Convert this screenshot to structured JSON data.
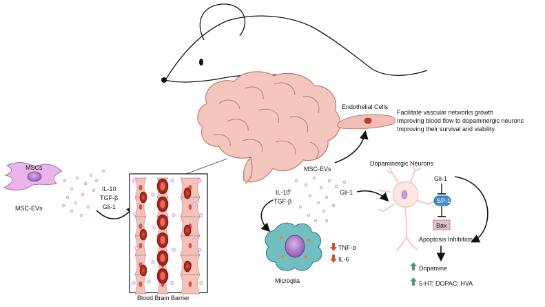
{
  "labels": {
    "mscs": "MSCs",
    "msc_evs_left": "MSC-EVs",
    "factors_left": [
      "IL-10",
      "TGF-β",
      "Gli-1"
    ],
    "bbb": "Blood Brain Barrier",
    "endothelial": "Endothelial Cells",
    "endothelial_effects": [
      "Facilitate vascular networks growth",
      "Improving blood flow to dopaminergic neurons",
      "Improving their survival and viability."
    ],
    "msc_evs_center": "MSC-EVs",
    "factors_center": [
      "IL-10",
      "TGF-β"
    ],
    "gli1_center": "Gli-1",
    "microglia": "Microglia",
    "tnf": "TNF-α",
    "il6": "IL-6",
    "dopaminergic": "Dopaminergic Neurons",
    "gli1_right": "Gli-1",
    "sp1": "SP-1",
    "bax": "Bax",
    "apoptosis": "Apoptosis Inhibition",
    "dopamine": "Dopamine",
    "metabolites": "5-HT; DOPAC; HVA"
  },
  "colors": {
    "up_arrow": "#3e9e88",
    "down_arrow": "#d9502a",
    "sp1_fill": "#3f8fd0",
    "bax_fill": "#e6c3c8",
    "brain_fill": "#f2c4bb",
    "rbc": "#c0392b",
    "ev": "#d9a3e0"
  }
}
